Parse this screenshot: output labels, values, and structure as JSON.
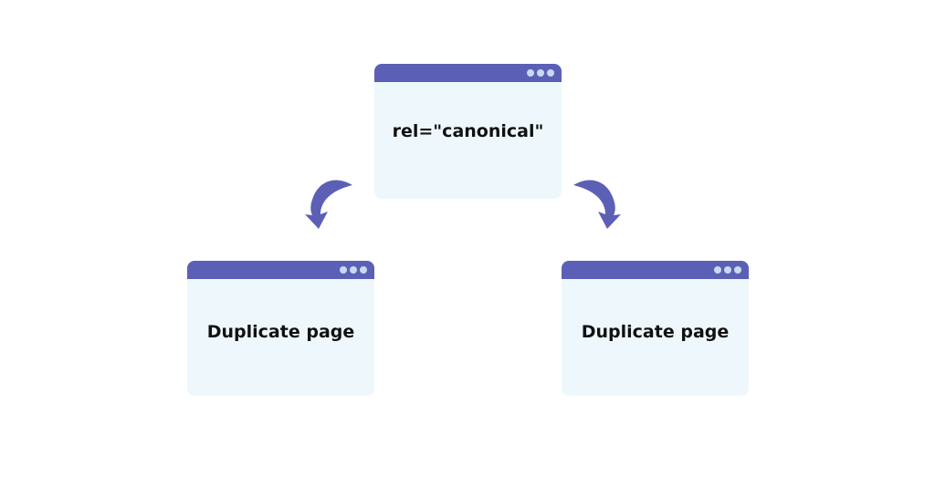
{
  "colors": {
    "titlebar": "#5b60b6",
    "window_body": "#eef8fc",
    "dot": "#c9d9f0",
    "arrow": "#5b60b6",
    "text": "#111111"
  },
  "diagram": {
    "canonical_window": {
      "label": "rel=\"canonical\""
    },
    "duplicate_windows": [
      {
        "label": "Duplicate page"
      },
      {
        "label": "Duplicate page"
      }
    ],
    "arrows": [
      {
        "from": "canonical_window",
        "to": "duplicate_windows.0",
        "icon": "curved-arrow-icon"
      },
      {
        "from": "canonical_window",
        "to": "duplicate_windows.1",
        "icon": "curved-arrow-icon"
      }
    ]
  }
}
